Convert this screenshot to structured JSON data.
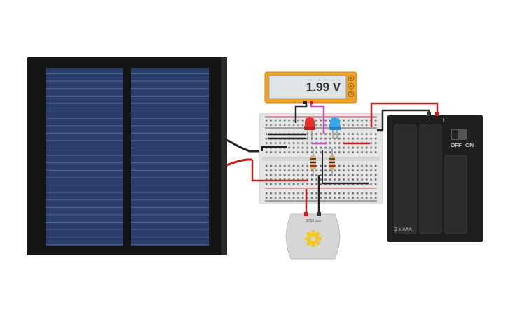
{
  "diagram": {
    "nodes": [
      {
        "text": [
          "1.99 V",
          "A",
          "V",
          "R"
        ]
      },
      {
        "text": [
          "−",
          "+",
          "OFF",
          "ON",
          "3 x AAA"
        ]
      },
      {
        "text": [
          "2713 rpm"
        ]
      }
    ]
  }
}
